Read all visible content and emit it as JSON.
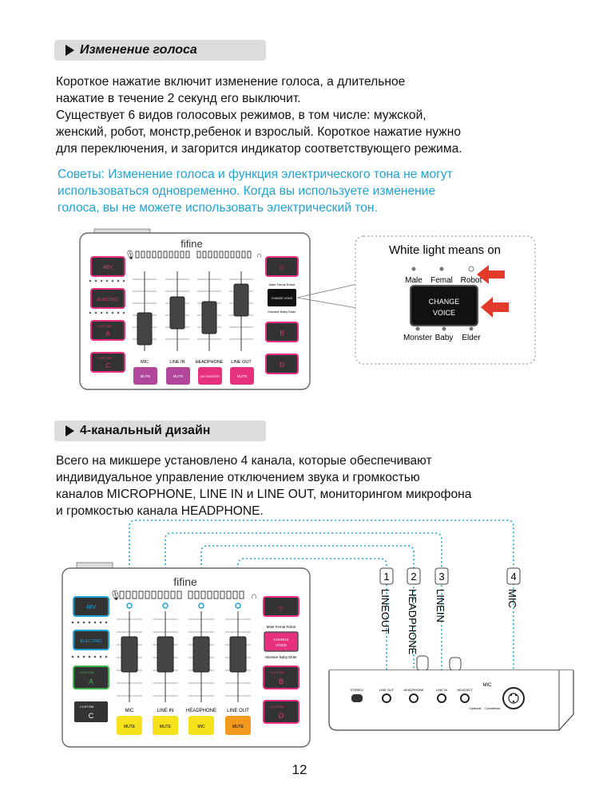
{
  "section1": {
    "title": "Изменение голоса",
    "lines": [
      "Короткое нажатие включит изменение голоса, а длительное",
      "нажатие в течение 2 секунд его выключит.",
      "Существует 6 видов голосовых режимов, в том числе: мужской,",
      "женский, робот, монстр,ребенок и взрослый. Короткое нажатие нужно",
      "для переключения, и загорится индикатор соответствующего режима."
    ],
    "tip_lines": [
      "Советы: Изменение голоса и функция электрического тона не могут",
      "использоваться одновременно. Когда вы используете изменение",
      "голоса, вы не можете использовать электрический тон."
    ]
  },
  "mixer1": {
    "brand": "fifine",
    "btn_48v": "48V",
    "btn_electric": "ELECTRIC",
    "btn_custom_a": "CUSTOM",
    "btn_a": "A",
    "btn_custom_c": "CUSTOM",
    "btn_c": "C",
    "btn_change_voice": "CHANGE VOICE",
    "btn_b": "B",
    "btn_d": "D",
    "voice_top_labels": "Male  Femal  Robot",
    "voice_bottom_labels": "Monster Baby   Elder",
    "channel_labels": [
      "MIC",
      "LINE IN",
      "HEADPHONE",
      "LINE OUT"
    ],
    "mute_labels": [
      "MUTE",
      "MUTE",
      "MIC MONITOR",
      "MUTE"
    ],
    "mute_colors": [
      "#b0479a",
      "#b0479a",
      "#e8317e",
      "#e8317e"
    ]
  },
  "callout": {
    "title": "White light means on",
    "male": "Male",
    "femal": "Femal",
    "robot": "Robot",
    "change": "CHANGE",
    "voice": "VOICE",
    "monster": "Monster",
    "baby": "Baby",
    "elder": "Elder"
  },
  "section2": {
    "title": "4-канальный дизайн",
    "lines": [
      "Всего на микшере установлено 4 канала, которые обеспечивают",
      "индивидуальное управление отключением звука и громкостью",
      "каналов MICROPHONE, LINE IN и LINE OUT, мониторингом микрофона",
      "и громкостью канала HEADPHONE."
    ]
  },
  "mixer2": {
    "brand": "fifine",
    "btn_48v": "48V",
    "btn_electric": "ELECTRIC",
    "btn_custom_a": "CUSTOM",
    "btn_a": "A",
    "btn_custom_c": "CUSTOM",
    "btn_c": "C",
    "btn_change": "CHANGE",
    "btn_voice": "VOICE",
    "btn_custom_b": "CUSTOM",
    "btn_b": "B",
    "btn_custom_d": "CUSTOM",
    "btn_d": "D",
    "voice_top_labels": "Male  Femal  Robot",
    "voice_bottom_labels": "Monster Baby   Elder",
    "channel_labels": [
      "MIC",
      "LINE IN",
      "HEADPHONE",
      "LINE OUT"
    ],
    "mute_labels": [
      "MUTE",
      "MUTE",
      "MIC",
      "MUTE"
    ],
    "mute_colors": [
      "#f5e21a",
      "#f5e21a",
      "#f5e21a",
      "#f29a1e"
    ]
  },
  "ports": {
    "items": [
      {
        "num": "1",
        "label": "LINEOUT"
      },
      {
        "num": "2",
        "label": "HEADPHONE"
      },
      {
        "num": "3",
        "label": "LINEIN"
      },
      {
        "num": "4",
        "label": "MIC"
      }
    ],
    "rear_labels": [
      "STEREO",
      "LINE OUT",
      "HEADPHONE",
      "LINE IN",
      "HEADSET",
      "MIC",
      "Optional",
      "Condenser"
    ]
  },
  "page_number": "12",
  "colors": {
    "accent_blue": "#1fa3d6",
    "red_arrow": "#e23a2b",
    "pink": "#e8317e",
    "purple": "#b0479a",
    "yellow": "#f5e21a",
    "orange": "#f29a1e"
  }
}
